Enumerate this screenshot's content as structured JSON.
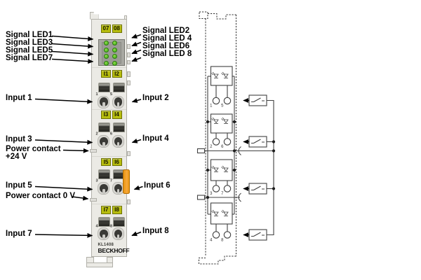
{
  "device": {
    "model": "KL1408",
    "brand": "BECKHOFF",
    "top_terminal_labels": [
      "07",
      "08"
    ],
    "io_terminal_labels": [
      [
        "I1",
        "I2"
      ],
      [
        "I3",
        "I4"
      ],
      [
        "I5",
        "I6"
      ],
      [
        "I7",
        "I8"
      ]
    ],
    "wire_hole_numbers": [
      [
        "1",
        "5"
      ],
      [
        "2",
        "6"
      ],
      [
        "3",
        "7"
      ],
      [
        "4",
        "8"
      ]
    ],
    "led_count": 8
  },
  "callouts": {
    "signal_leds_left": [
      "Signal LED1",
      "Signal LED3",
      "Signal LED5",
      "Signal LED7"
    ],
    "signal_leds_right": [
      "Signal LED2",
      "Signal LED 4",
      "Signal LED6",
      "Signal LED 8"
    ],
    "inputs_left": [
      "Input 1",
      "Input 3",
      "Input 5",
      "Input 7"
    ],
    "inputs_right": [
      "Input 2",
      "Input 4",
      "Input 6",
      "Input 8"
    ],
    "power_contact_24_line1": "Power contact",
    "power_contact_24_line2": "+24 V",
    "power_contact_0": "Power contact 0 V"
  },
  "schematic": {
    "terminal_numbers": [
      "1",
      "5",
      "2",
      "6",
      "3",
      "7",
      "4",
      "8"
    ]
  },
  "colors": {
    "terminal_label_bg": "#b7bd0e",
    "led_green": "#5ec42a",
    "power_contact_orange": "#f29c1f"
  }
}
